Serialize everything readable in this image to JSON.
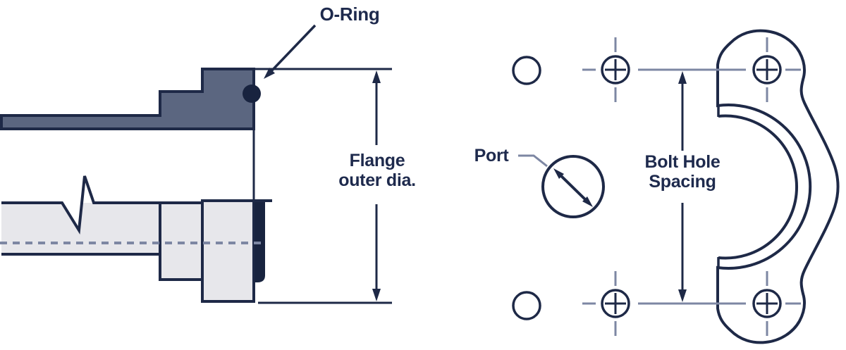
{
  "diagram": {
    "left_view": {
      "o_ring_label": "O-Ring",
      "flange_dia_label_line1": "Flange",
      "flange_dia_label_line2": "outer dia."
    },
    "right_view": {
      "port_label": "Port",
      "bolt_hole_label_line1": "Bolt Hole",
      "bolt_hole_label_line2": "Spacing"
    },
    "colors": {
      "line_navy": "#1e2947",
      "fill_slate": "#5b6680",
      "fill_light_gray": "#e7e7eb",
      "fill_dark_navy": "#18233f",
      "dash_slate": "#7d87a3",
      "text_navy": "#1e2a4d",
      "background": "#ffffff"
    }
  }
}
